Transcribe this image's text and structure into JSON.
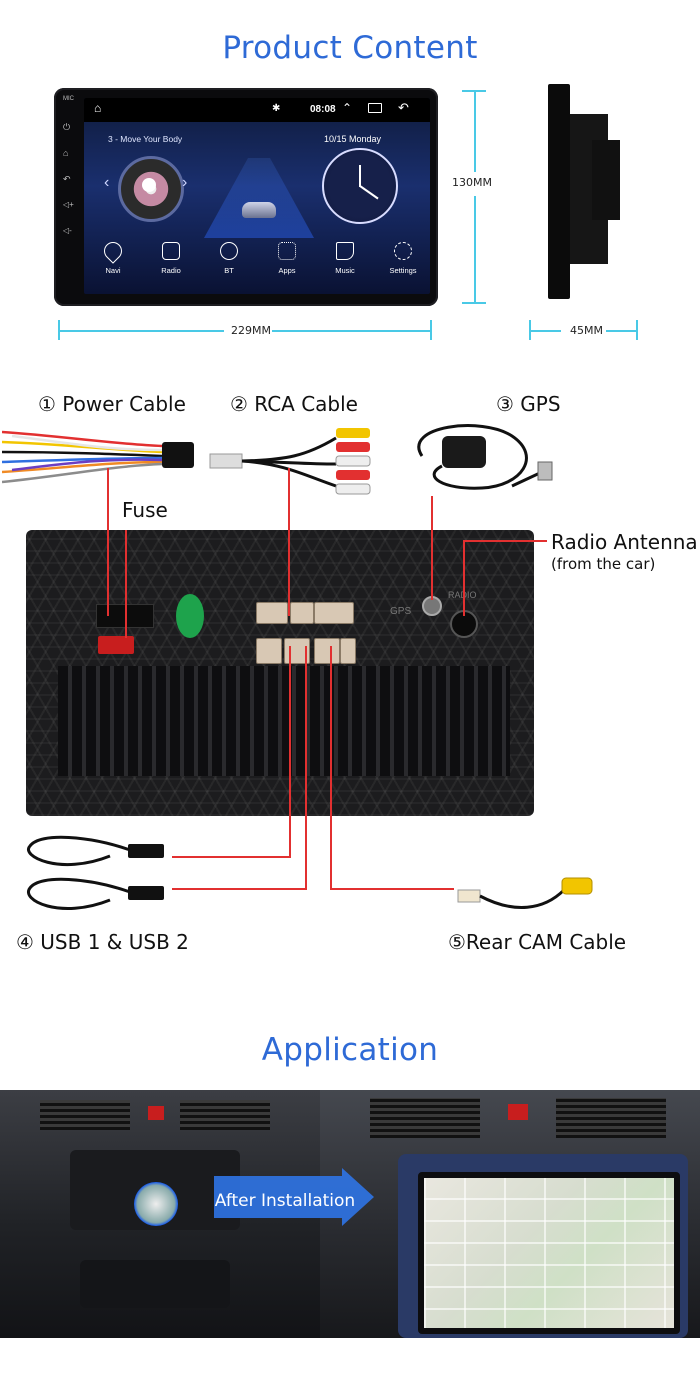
{
  "sections": {
    "product_title": "Product Content",
    "application_title": "Application"
  },
  "unit": {
    "side_labels": [
      "MIC",
      "⏻",
      "⌂",
      "↶",
      "◁+",
      "◁-"
    ],
    "time": "08:08",
    "now_playing": "3 - Move Your Body",
    "date": "10/15 Monday",
    "apps": [
      "Navi",
      "Radio",
      "BT",
      "Apps",
      "Music",
      "Settings"
    ]
  },
  "dimensions": {
    "height": "130MM",
    "width": "229MM",
    "depth": "45MM"
  },
  "parts": {
    "power": "① Power Cable",
    "rca": "② RCA Cable",
    "gps": "③ GPS",
    "fuse": "Fuse",
    "radio_antenna": "Radio Antenna",
    "radio_antenna_note": "(from the car)",
    "usb": "④ USB 1 & USB 2",
    "rear_cam": "⑤Rear CAM Cable"
  },
  "panel_labels": {
    "gps_port": "GPS",
    "radio_port": "RADIO"
  },
  "application": {
    "arrow_label": "After Installation"
  },
  "colors": {
    "title_blue": "#2e6ad6",
    "dimension_cyan": "#49c9e6",
    "leader_red": "#e23030"
  }
}
